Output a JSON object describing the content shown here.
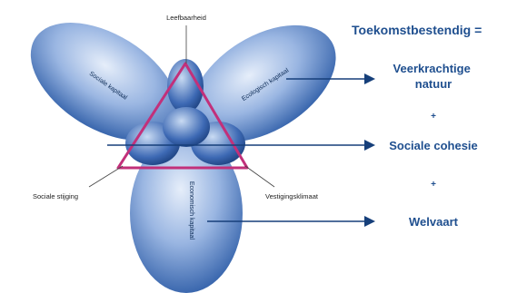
{
  "title": "Toekomstbestendig =",
  "outcomes": [
    {
      "label_lines": [
        "Veerkrachtige",
        "natuur"
      ]
    },
    {
      "label_lines": [
        "Sociale cohesie"
      ]
    },
    {
      "label_lines": [
        "Welvaart"
      ]
    }
  ],
  "plus_sign": "+",
  "petals": {
    "left": "Sociale kapitaal",
    "right": "Ecologisch kapitaal",
    "bottom": "Economisch kapitaal"
  },
  "corner_labels": {
    "top": "Leefbaarheid",
    "left": "Sociale stijging",
    "right": "Vestigingsklimaat"
  },
  "colors": {
    "petal_light": "#dbe8f8",
    "petal_mid": "#7fa3d8",
    "petal_dark": "#1d4f9e",
    "triangle": "#c2307a",
    "text_blue": "#1f4f8f",
    "arrow": "#163f7a"
  }
}
